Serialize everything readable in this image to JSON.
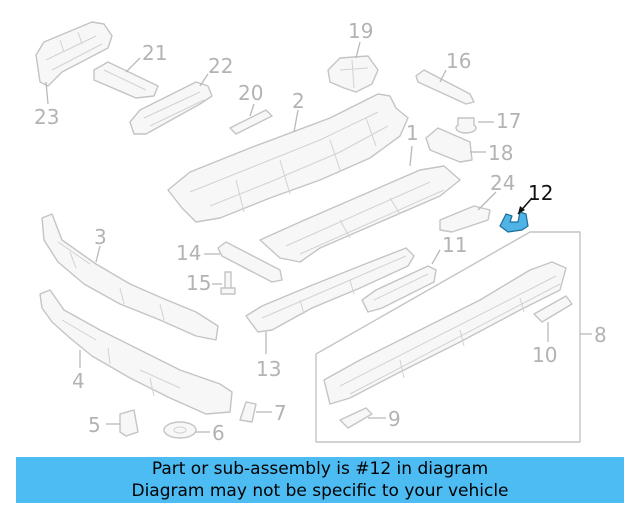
{
  "diagram": {
    "labels": [
      "1",
      "2",
      "3",
      "4",
      "5",
      "6",
      "7",
      "8",
      "9",
      "10",
      "11",
      "12",
      "13",
      "14",
      "15",
      "16",
      "17",
      "18",
      "19",
      "20",
      "21",
      "22",
      "23",
      "24"
    ],
    "highlighted_part": "12",
    "highlight_color": "#4fb3e6",
    "label_color": "#b3b3b3"
  },
  "banner": {
    "line1": "Part or sub-assembly is #12 in diagram",
    "line2": "Diagram may not be specific to your vehicle",
    "color": "#4cbcf3"
  }
}
